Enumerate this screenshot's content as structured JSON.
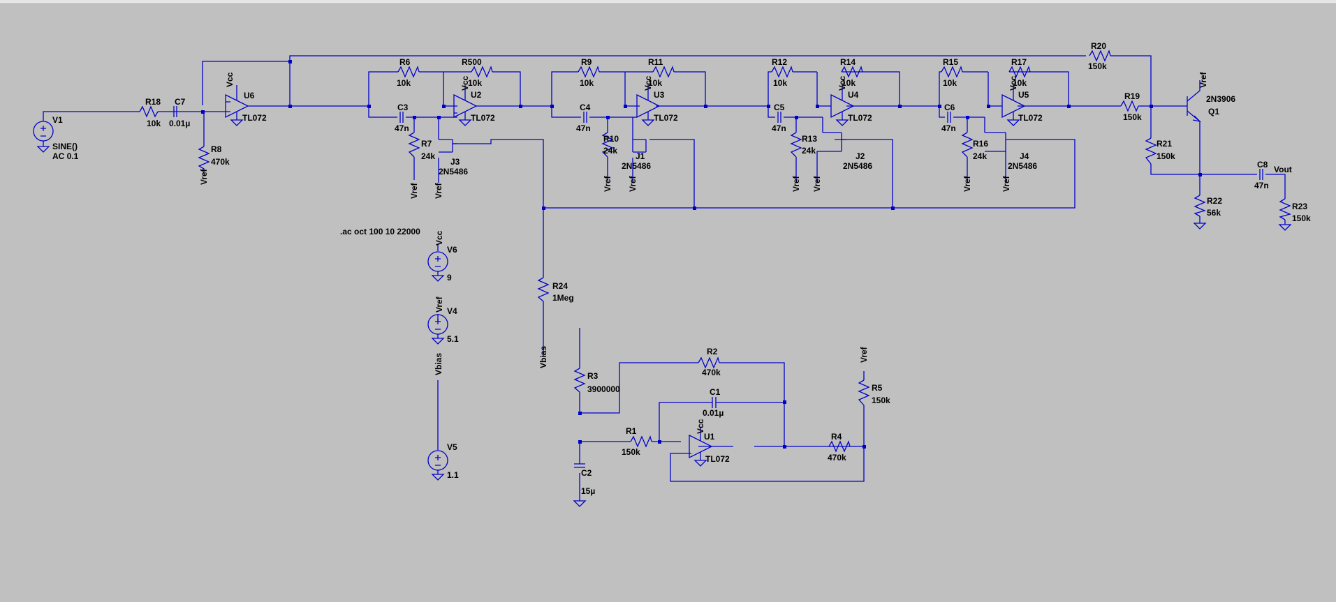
{
  "colors": {
    "background": "#c0c0c0",
    "wire": "#0000cc",
    "text": "#000000"
  },
  "resistors": [
    {
      "id": "r18",
      "ref": "R18",
      "value": "10k"
    },
    {
      "id": "r8",
      "ref": "R8",
      "value": "470k"
    },
    {
      "id": "r6",
      "ref": "R6",
      "value": "10k"
    },
    {
      "id": "r500",
      "ref": "R500",
      "value": "10k"
    },
    {
      "id": "r7",
      "ref": "R7",
      "value": "24k"
    },
    {
      "id": "r9",
      "ref": "R9",
      "value": "10k"
    },
    {
      "id": "r11",
      "ref": "R11",
      "value": "10k"
    },
    {
      "id": "r10",
      "ref": "R10",
      "value": "24k"
    },
    {
      "id": "r12",
      "ref": "R12",
      "value": "10k"
    },
    {
      "id": "r14",
      "ref": "R14",
      "value": "10k"
    },
    {
      "id": "r13",
      "ref": "R13",
      "value": "24k"
    },
    {
      "id": "r15",
      "ref": "R15",
      "value": "10k"
    },
    {
      "id": "r17",
      "ref": "R17",
      "value": "10k"
    },
    {
      "id": "r16",
      "ref": "R16",
      "value": "24k"
    },
    {
      "id": "r20",
      "ref": "R20",
      "value": "150k"
    },
    {
      "id": "r19",
      "ref": "R19",
      "value": "150k"
    },
    {
      "id": "r21",
      "ref": "R21",
      "value": "150k"
    },
    {
      "id": "r22",
      "ref": "R22",
      "value": "56k"
    },
    {
      "id": "r23",
      "ref": "R23",
      "value": "150k"
    },
    {
      "id": "r24",
      "ref": "R24",
      "value": "1Meg"
    },
    {
      "id": "r3",
      "ref": "R3",
      "value": "3900000"
    },
    {
      "id": "r2",
      "ref": "R2",
      "value": "470k"
    },
    {
      "id": "r1",
      "ref": "R1",
      "value": "150k"
    },
    {
      "id": "r4",
      "ref": "R4",
      "value": "470k"
    },
    {
      "id": "r5",
      "ref": "R5",
      "value": "150k"
    }
  ],
  "capacitors": [
    {
      "id": "c7",
      "ref": "C7",
      "value": "0.01µ"
    },
    {
      "id": "c3",
      "ref": "C3",
      "value": "47n"
    },
    {
      "id": "c4",
      "ref": "C4",
      "value": "47n"
    },
    {
      "id": "c5",
      "ref": "C5",
      "value": "47n"
    },
    {
      "id": "c6",
      "ref": "C6",
      "value": "47n"
    },
    {
      "id": "c8",
      "ref": "C8",
      "value": "47n"
    },
    {
      "id": "c1",
      "ref": "C1",
      "value": "0.01µ"
    },
    {
      "id": "c2",
      "ref": "C2",
      "value": "15µ"
    }
  ],
  "opamps": [
    {
      "id": "u6",
      "ref": "U6",
      "model": "TL072",
      "supply": "Vcc"
    },
    {
      "id": "u2",
      "ref": "U2",
      "model": "TL072",
      "supply": "Vcc"
    },
    {
      "id": "u3",
      "ref": "U3",
      "model": "TL072",
      "supply": "Vcc"
    },
    {
      "id": "u4",
      "ref": "U4",
      "model": "TL072",
      "supply": "Vcc"
    },
    {
      "id": "u5",
      "ref": "U5",
      "model": "TL072",
      "supply": "Vcc"
    },
    {
      "id": "u1",
      "ref": "U1",
      "model": "TL072",
      "supply": "Vcc"
    }
  ],
  "jfets": [
    {
      "id": "j3",
      "ref": "J3",
      "model": "2N5486"
    },
    {
      "id": "j1",
      "ref": "J1",
      "model": "2N5486"
    },
    {
      "id": "j2",
      "ref": "J2",
      "model": "2N5486"
    },
    {
      "id": "j4",
      "ref": "J4",
      "model": "2N5486"
    }
  ],
  "transistor": {
    "ref": "Q1",
    "model": "2N3906",
    "emitter_label": "Vref"
  },
  "sources": [
    {
      "id": "v1",
      "ref": "V1",
      "value1": "SINE()",
      "value2": "AC 0.1"
    },
    {
      "id": "v6",
      "ref": "V6",
      "value": "9",
      "net": "Vcc"
    },
    {
      "id": "v4",
      "ref": "V4",
      "value": "5.1",
      "net": "Vref"
    },
    {
      "id": "v5",
      "ref": "V5",
      "value": "1.1",
      "net": "Vbias"
    }
  ],
  "nets": {
    "vref": "Vref",
    "vbias": "Vbias",
    "vout": "Vout",
    "vcc": "Vcc"
  },
  "directive": ".ac oct 100 10 22000"
}
